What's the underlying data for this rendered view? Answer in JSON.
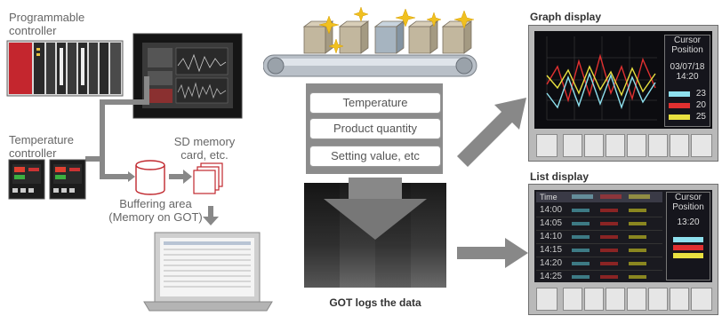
{
  "labels": {
    "programmable_controller": [
      "Programmable",
      "controller"
    ],
    "temperature_controller": [
      "Temperature",
      "controller"
    ],
    "sd_memory": [
      "SD memory",
      "card, etc."
    ],
    "buffering": [
      "Buffering area",
      "(Memory on GOT)"
    ],
    "got_logs": "GOT logs the data",
    "graph_display": "Graph display",
    "list_display": "List display"
  },
  "data_items": [
    "Temperature",
    "Product quantity",
    "Setting value, etc"
  ],
  "graph_panel": {
    "cursor_title": [
      "Cursor",
      "Position"
    ],
    "date": "03/07/18",
    "time": "14:20",
    "legend": [
      {
        "color": "#8ee0ee",
        "value": "23"
      },
      {
        "color": "#e03030",
        "value": "20"
      },
      {
        "color": "#e8e040",
        "value": "25"
      }
    ]
  },
  "list_panel": {
    "cursor_title": [
      "Cursor",
      "Position"
    ],
    "time": "13:20",
    "header": [
      "Time"
    ],
    "rows": [
      "14:00",
      "14:05",
      "14:10",
      "14:15",
      "14:20",
      "14:25"
    ],
    "legend_colors": [
      "#8ee0ee",
      "#e03030",
      "#e8e040"
    ]
  },
  "colors": {
    "arrow": "#888888",
    "cylinder": "#c0272d",
    "graph_cyan": "#8ee0ee",
    "graph_red": "#e03030",
    "graph_yellow": "#e8e040"
  }
}
